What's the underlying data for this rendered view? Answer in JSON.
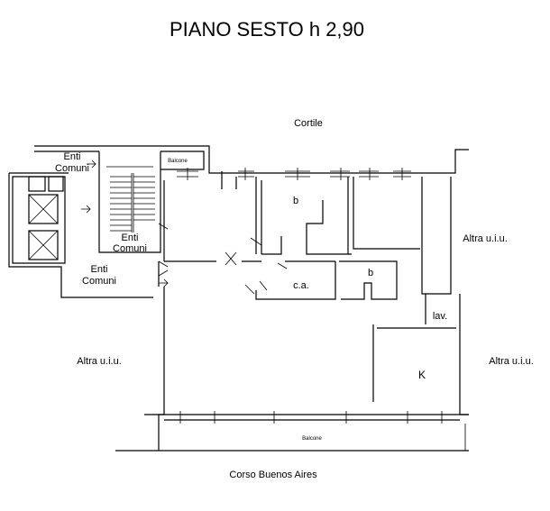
{
  "title": "PIANO SESTO h 2,90",
  "labels": {
    "cortile": "Cortile",
    "enti_comuni_top": [
      "Enti",
      "Comuni"
    ],
    "enti_comuni_stair": [
      "Enti",
      "Comuni"
    ],
    "enti_comuni_lower": [
      "Enti",
      "Comuni"
    ],
    "balcone_top": "Balcone",
    "balcone_bottom": "Balcone",
    "bath_1": "b",
    "bath_2": "b",
    "ca": "c.a.",
    "lav": "lav.",
    "kitchen": "K",
    "altra_right_upper": "Altra u.i.u.",
    "altra_right_lower": "Altra u.i.u.",
    "altra_left": "Altra u.i.u.",
    "street": "Corso Buenos Aires"
  }
}
